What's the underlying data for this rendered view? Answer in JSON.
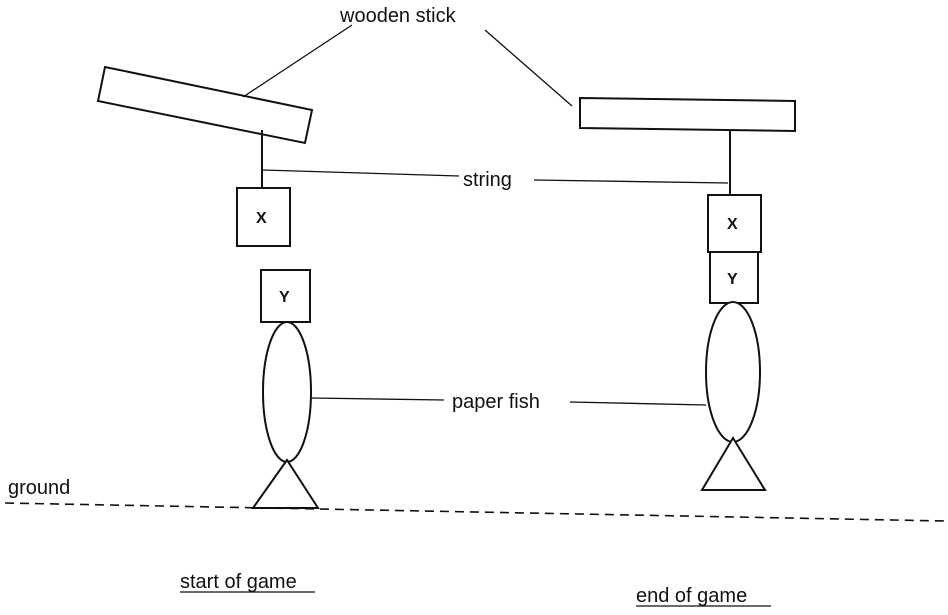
{
  "labels": {
    "wooden_stick": "wooden stick",
    "string": "string",
    "paper_fish": "paper fish",
    "ground": "ground",
    "start_of_game": "start of game",
    "end_of_game": "end of game"
  },
  "magnets": {
    "x": "X",
    "y": "Y"
  }
}
